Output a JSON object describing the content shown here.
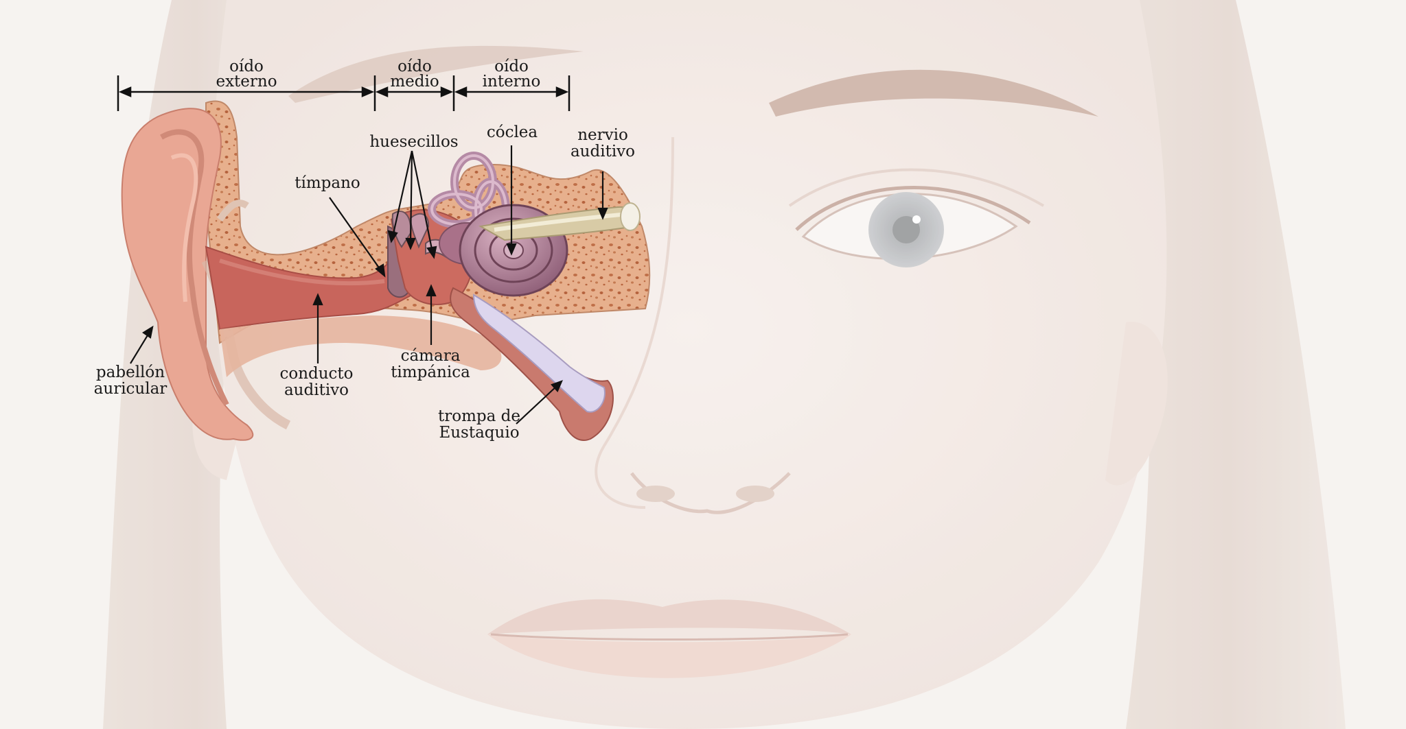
{
  "sections": {
    "outer_line1": "oído",
    "outer_line2": "externo",
    "middle_line1": "oído",
    "middle_line2": "medio",
    "inner_line1": "oído",
    "inner_line2": "interno"
  },
  "labels": {
    "huesecillos": "huesecillos",
    "coclea": "cóclea",
    "nervio_line1": "nervio",
    "nervio_line2": "auditivo",
    "timpano": "tímpano",
    "pabellon_line1": "pabellón",
    "pabellon_line2": "auricular",
    "conducto_line1": "conducto",
    "conducto_line2": "auditivo",
    "camara_line1": "cámara",
    "camara_line2": "timpánica",
    "trompa_line1": "trompa de",
    "trompa_line2": "Eustaquio"
  },
  "colors": {
    "skin_wash": "#efe2dc",
    "hair": "#c9b3a4",
    "ear_pink": "#e6a393",
    "canal_red": "#c8655c",
    "bone": "#e3a884",
    "bone_spots": "#c07049",
    "cochlea_purple": "#9c6c86",
    "nerve": "#f0ece0",
    "eustachian_tube": "#ddd6ee",
    "text": "#1a1a1a"
  }
}
